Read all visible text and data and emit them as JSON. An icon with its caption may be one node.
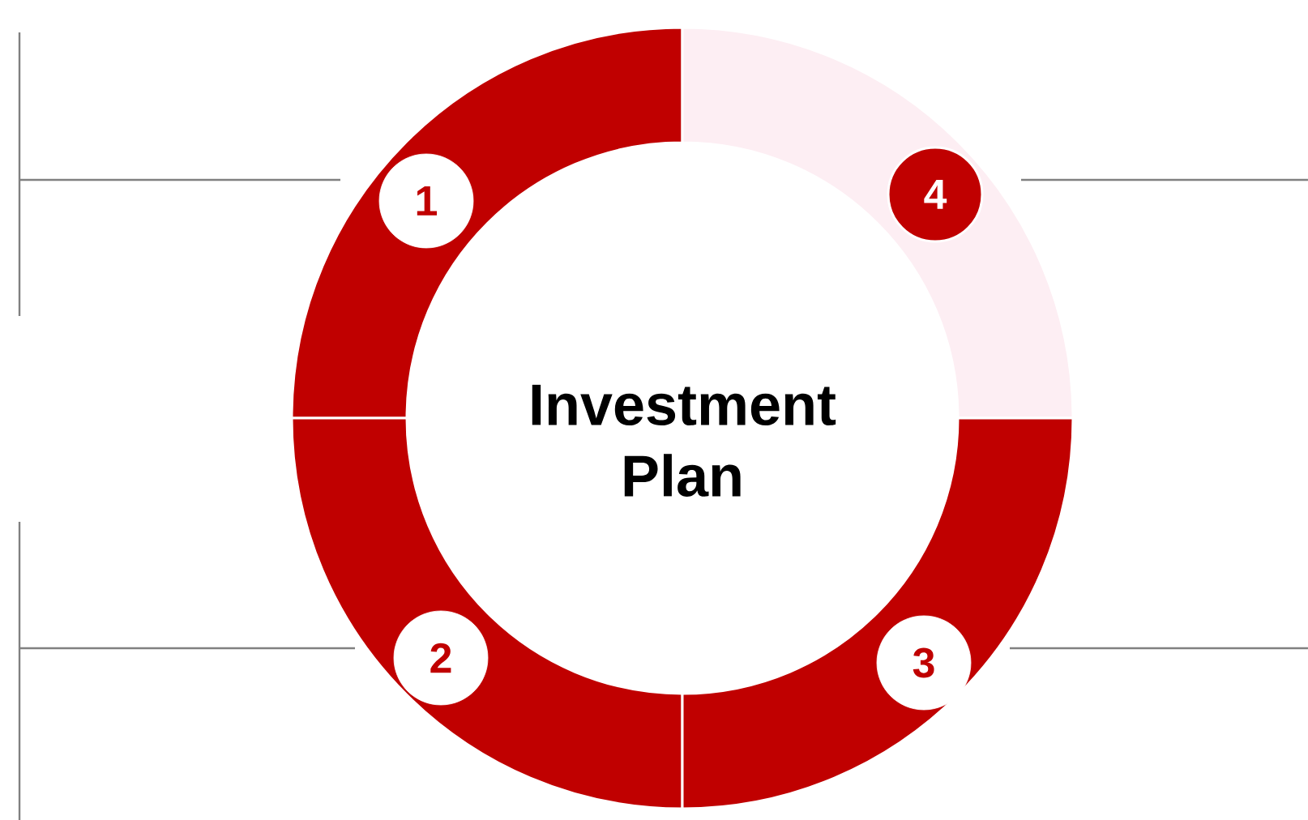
{
  "diagram": {
    "nodes": [
      {
        "text": [
          "Investment Plan"
        ]
      },
      {
        "text": [
          "1"
        ]
      },
      {
        "text": [
          "2"
        ]
      },
      {
        "text": [
          "3"
        ]
      },
      {
        "text": [
          "4"
        ]
      }
    ],
    "edges": [
      {
        "from": null,
        "to": 1,
        "arrow": "none"
      },
      {
        "from": null,
        "to": 2,
        "arrow": "none"
      },
      {
        "from": null,
        "to": 3,
        "arrow": "none"
      },
      {
        "from": null,
        "to": 4,
        "arrow": "none"
      }
    ]
  }
}
